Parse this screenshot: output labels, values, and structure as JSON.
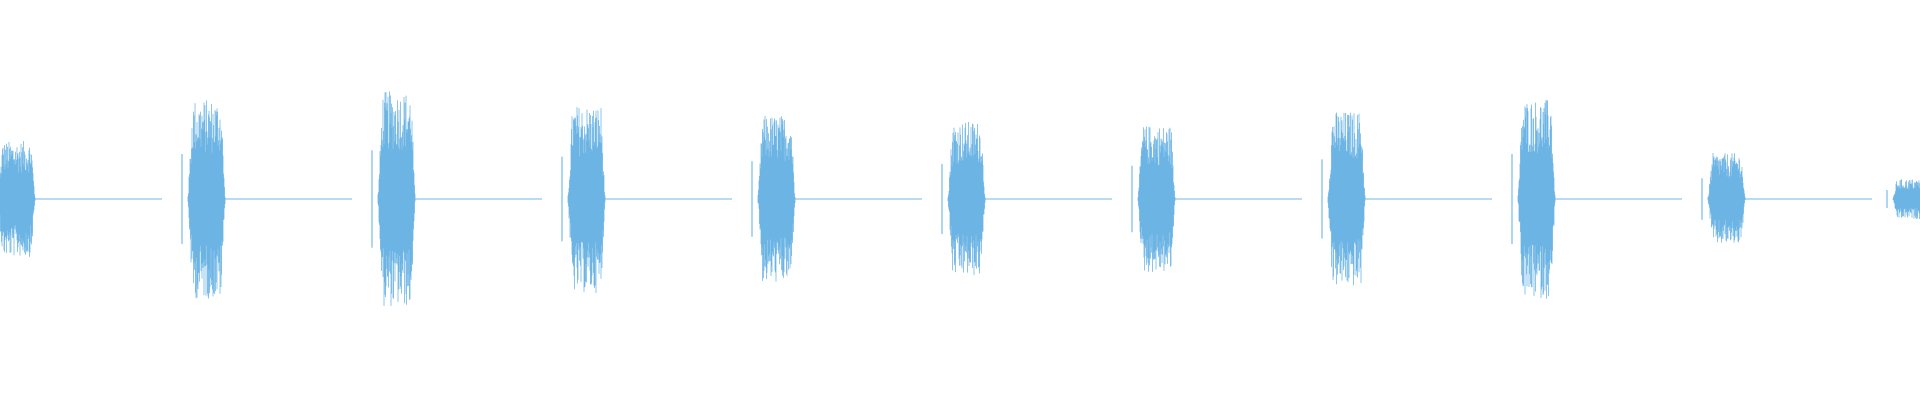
{
  "waveform": {
    "color": "#5dade2",
    "background": "#ffffff",
    "bursts": [
      {
        "amplitude": 0.29,
        "attack": 0.05
      },
      {
        "amplitude": 0.5,
        "attack": 0.07
      },
      {
        "amplitude": 0.54,
        "attack": 0.04
      },
      {
        "amplitude": 0.47,
        "attack": 0.04
      },
      {
        "amplitude": 0.42,
        "attack": 0.05
      },
      {
        "amplitude": 0.39,
        "attack": 0.04
      },
      {
        "amplitude": 0.37,
        "attack": 0.04
      },
      {
        "amplitude": 0.44,
        "attack": 0.04
      },
      {
        "amplitude": 0.5,
        "attack": 0.06
      },
      {
        "amplitude": 0.23,
        "attack": 0.03
      },
      {
        "amplitude": 0.1,
        "attack": 0.02
      }
    ]
  }
}
